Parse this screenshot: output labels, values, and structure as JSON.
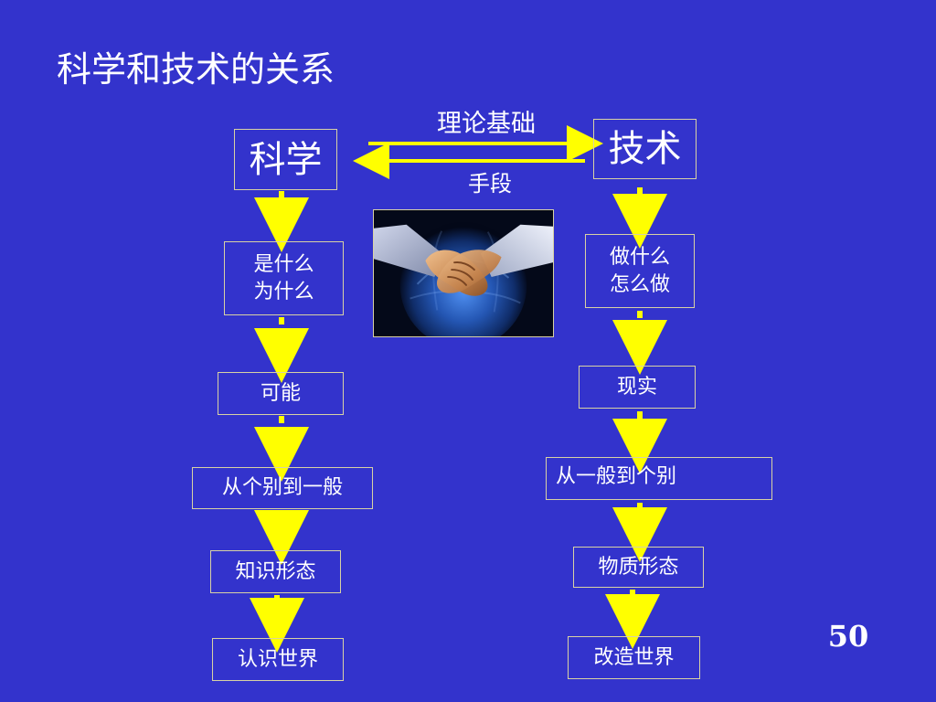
{
  "slide": {
    "title": "科学和技术的关系",
    "page_number": "50"
  },
  "relations": {
    "science_to_technology": "理论基础",
    "technology_to_science": "手段"
  },
  "science": {
    "heading": "科学",
    "steps": [
      "是什么\n为什么",
      "可能",
      "从个别到一般",
      "知识形态",
      "认识世界"
    ]
  },
  "technology": {
    "heading": "技术",
    "steps": [
      "做什么\n怎么做",
      "现实",
      "从一般到个别",
      "物质形态",
      "改造世界"
    ]
  },
  "image": {
    "subject": "handshake-over-globe"
  },
  "colors": {
    "background": "#3333cc",
    "text": "#ffffff",
    "arrow": "#ffff00",
    "box_border": "#d8d2a4"
  }
}
